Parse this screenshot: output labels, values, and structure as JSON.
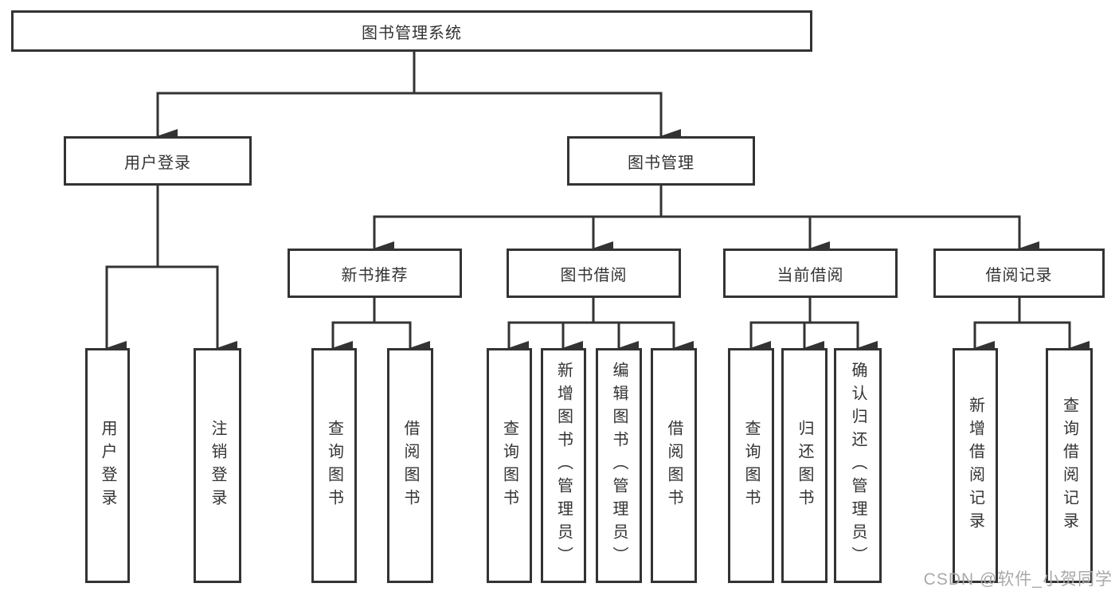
{
  "diagram": {
    "title": "图书管理系统",
    "watermark": "CSDN @软件_小贺同学",
    "colors": {
      "line": "#333333",
      "box_border": "#333333",
      "text": "#333333",
      "watermark": "#a9a9a9",
      "background": "#ffffff"
    },
    "nodes": {
      "root": {
        "label": "图书管理系统"
      },
      "user_login": {
        "label": "用户登录"
      },
      "book_mgmt": {
        "label": "图书管理"
      },
      "new_book_rec": {
        "label": "新书推荐"
      },
      "book_borrow": {
        "label": "图书借阅"
      },
      "current_borrow": {
        "label": "当前借阅"
      },
      "borrow_record": {
        "label": "借阅记录"
      },
      "ul_user_login": {
        "label": "用户登录"
      },
      "ul_logout": {
        "label": "注销登录"
      },
      "nb_query_book": {
        "label": "查询图书"
      },
      "nb_borrow_book": {
        "label": "借阅图书"
      },
      "bb_query_book": {
        "label": "查询图书"
      },
      "bb_add_book": {
        "label": "新增图书（管理员）"
      },
      "bb_edit_book": {
        "label": "编辑图书（管理员）"
      },
      "bb_borrow_book": {
        "label": "借阅图书"
      },
      "cb_query_book": {
        "label": "查询图书"
      },
      "cb_return_book": {
        "label": "归还图书"
      },
      "cb_confirm_return": {
        "label": "确认归还（管理员）"
      },
      "br_add_record": {
        "label": "新增借阅记录"
      },
      "br_query_record": {
        "label": "查询借阅记录"
      }
    }
  }
}
